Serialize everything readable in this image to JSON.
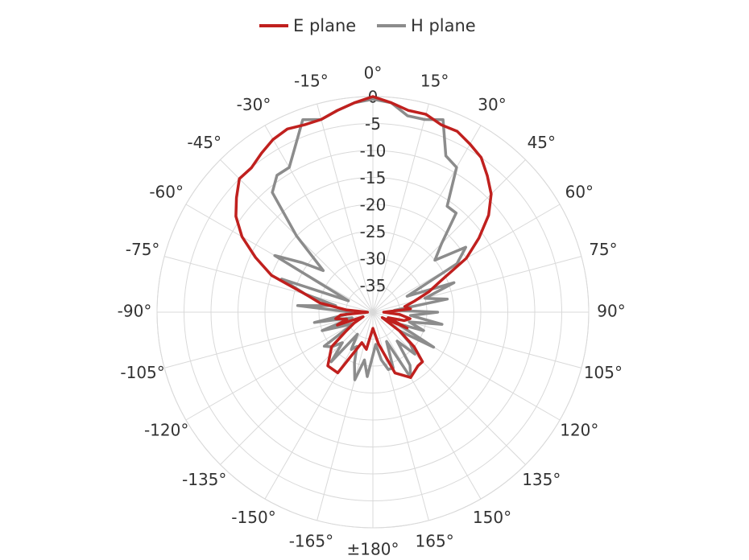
{
  "chart_data": {
    "type": "polar-line",
    "angle_unit": "degrees",
    "radial_unit": "dB",
    "radial_range": [
      -40,
      0
    ],
    "radial_ticks": [
      0,
      -5,
      -10,
      -15,
      -20,
      -25,
      -30,
      -35
    ],
    "angle_ticks": [
      {
        "deg": 0,
        "label": "0°"
      },
      {
        "deg": 15,
        "label": "15°"
      },
      {
        "deg": 30,
        "label": "30°"
      },
      {
        "deg": 45,
        "label": "45°"
      },
      {
        "deg": 60,
        "label": "60°"
      },
      {
        "deg": 75,
        "label": "75°"
      },
      {
        "deg": 90,
        "label": "90°"
      },
      {
        "deg": 105,
        "label": "105°"
      },
      {
        "deg": 120,
        "label": "120°"
      },
      {
        "deg": 135,
        "label": "135°"
      },
      {
        "deg": 150,
        "label": "150°"
      },
      {
        "deg": 165,
        "label": "165°"
      },
      {
        "deg": 180,
        "label": "±180°"
      },
      {
        "deg": -165,
        "label": "-165°"
      },
      {
        "deg": -150,
        "label": "-150°"
      },
      {
        "deg": -135,
        "label": "-135°"
      },
      {
        "deg": -120,
        "label": "-120°"
      },
      {
        "deg": -105,
        "label": "-105°"
      },
      {
        "deg": -90,
        "label": "-90°"
      },
      {
        "deg": -75,
        "label": "-75°"
      },
      {
        "deg": -60,
        "label": "-60°"
      },
      {
        "deg": -45,
        "label": "-45°"
      },
      {
        "deg": -30,
        "label": "-30°"
      },
      {
        "deg": -15,
        "label": "-15°"
      }
    ],
    "legend_position": "top-center",
    "grid": true,
    "series": [
      {
        "name": "E plane",
        "color": "#c0201e",
        "angles": [
          -180,
          -170,
          -160,
          -150,
          -140,
          -130,
          -125,
          -120,
          -115,
          -110,
          -105,
          -100,
          -95,
          -90,
          -85,
          -80,
          -75,
          -70,
          -65,
          -60,
          -55,
          -50,
          -45,
          -40,
          -35,
          -30,
          -25,
          -20,
          -15,
          -10,
          -5,
          0,
          5,
          10,
          15,
          20,
          25,
          30,
          35,
          40,
          45,
          50,
          55,
          60,
          65,
          70,
          75,
          80,
          85,
          90,
          95,
          100,
          105,
          110,
          115,
          120,
          125,
          130,
          135,
          140,
          150,
          160,
          170
        ],
        "values": [
          -37,
          -33,
          -34,
          -27,
          -27,
          -30,
          -34,
          -36,
          -38,
          -33,
          -35,
          -33,
          -34,
          -39,
          -35,
          -30,
          -27,
          -20,
          -16,
          -12,
          -9,
          -7,
          -5,
          -5,
          -4,
          -3,
          -2.5,
          -3,
          -3,
          -2,
          -1,
          0,
          -1,
          -2,
          -2,
          -3,
          -3,
          -4,
          -5,
          -7,
          -9,
          -12,
          -16,
          -20,
          -26,
          -29,
          -32,
          -34,
          -33,
          -38,
          -35,
          -33,
          -34,
          -37,
          -33,
          -38,
          -34,
          -30,
          -27,
          -27,
          -26,
          -28,
          -34
        ]
      },
      {
        "name": "H plane",
        "color": "#8c8c8c",
        "angles": [
          -180,
          -175,
          -170,
          -165,
          -160,
          -155,
          -150,
          -145,
          -140,
          -135,
          -130,
          -125,
          -120,
          -115,
          -110,
          -105,
          -100,
          -95,
          -90,
          -85,
          -80,
          -75,
          -70,
          -65,
          -60,
          -55,
          -50,
          -45,
          -40,
          -35,
          -30,
          -25,
          -20,
          -15,
          -10,
          -5,
          0,
          5,
          10,
          15,
          20,
          25,
          30,
          35,
          40,
          45,
          50,
          55,
          60,
          65,
          70,
          75,
          80,
          85,
          90,
          95,
          100,
          105,
          110,
          115,
          120,
          125,
          130,
          135,
          140,
          145,
          150,
          155,
          160,
          165,
          170,
          175
        ],
        "values": [
          -32,
          -28,
          -31,
          -27,
          -30,
          -33,
          -32,
          -35,
          -28,
          -32,
          -30,
          -29,
          -36,
          -34,
          -30,
          -36,
          -29,
          -35,
          -36,
          -26,
          -33,
          -27,
          -22,
          -35,
          -19,
          -24,
          -28,
          -20,
          -11,
          -9,
          -9,
          -6,
          -2,
          -3,
          -2,
          -1,
          -0.5,
          -1,
          -3,
          -3,
          -2,
          -8,
          -9,
          -16,
          -16,
          -22,
          -25,
          -19,
          -22,
          -33,
          -24,
          -30,
          -26,
          -36,
          -28,
          -33,
          -27,
          -33,
          -30,
          -35,
          -27,
          -34,
          -31,
          -29,
          -33,
          -28,
          -26,
          -34,
          -29,
          -29,
          -31,
          -34
        ]
      }
    ]
  }
}
